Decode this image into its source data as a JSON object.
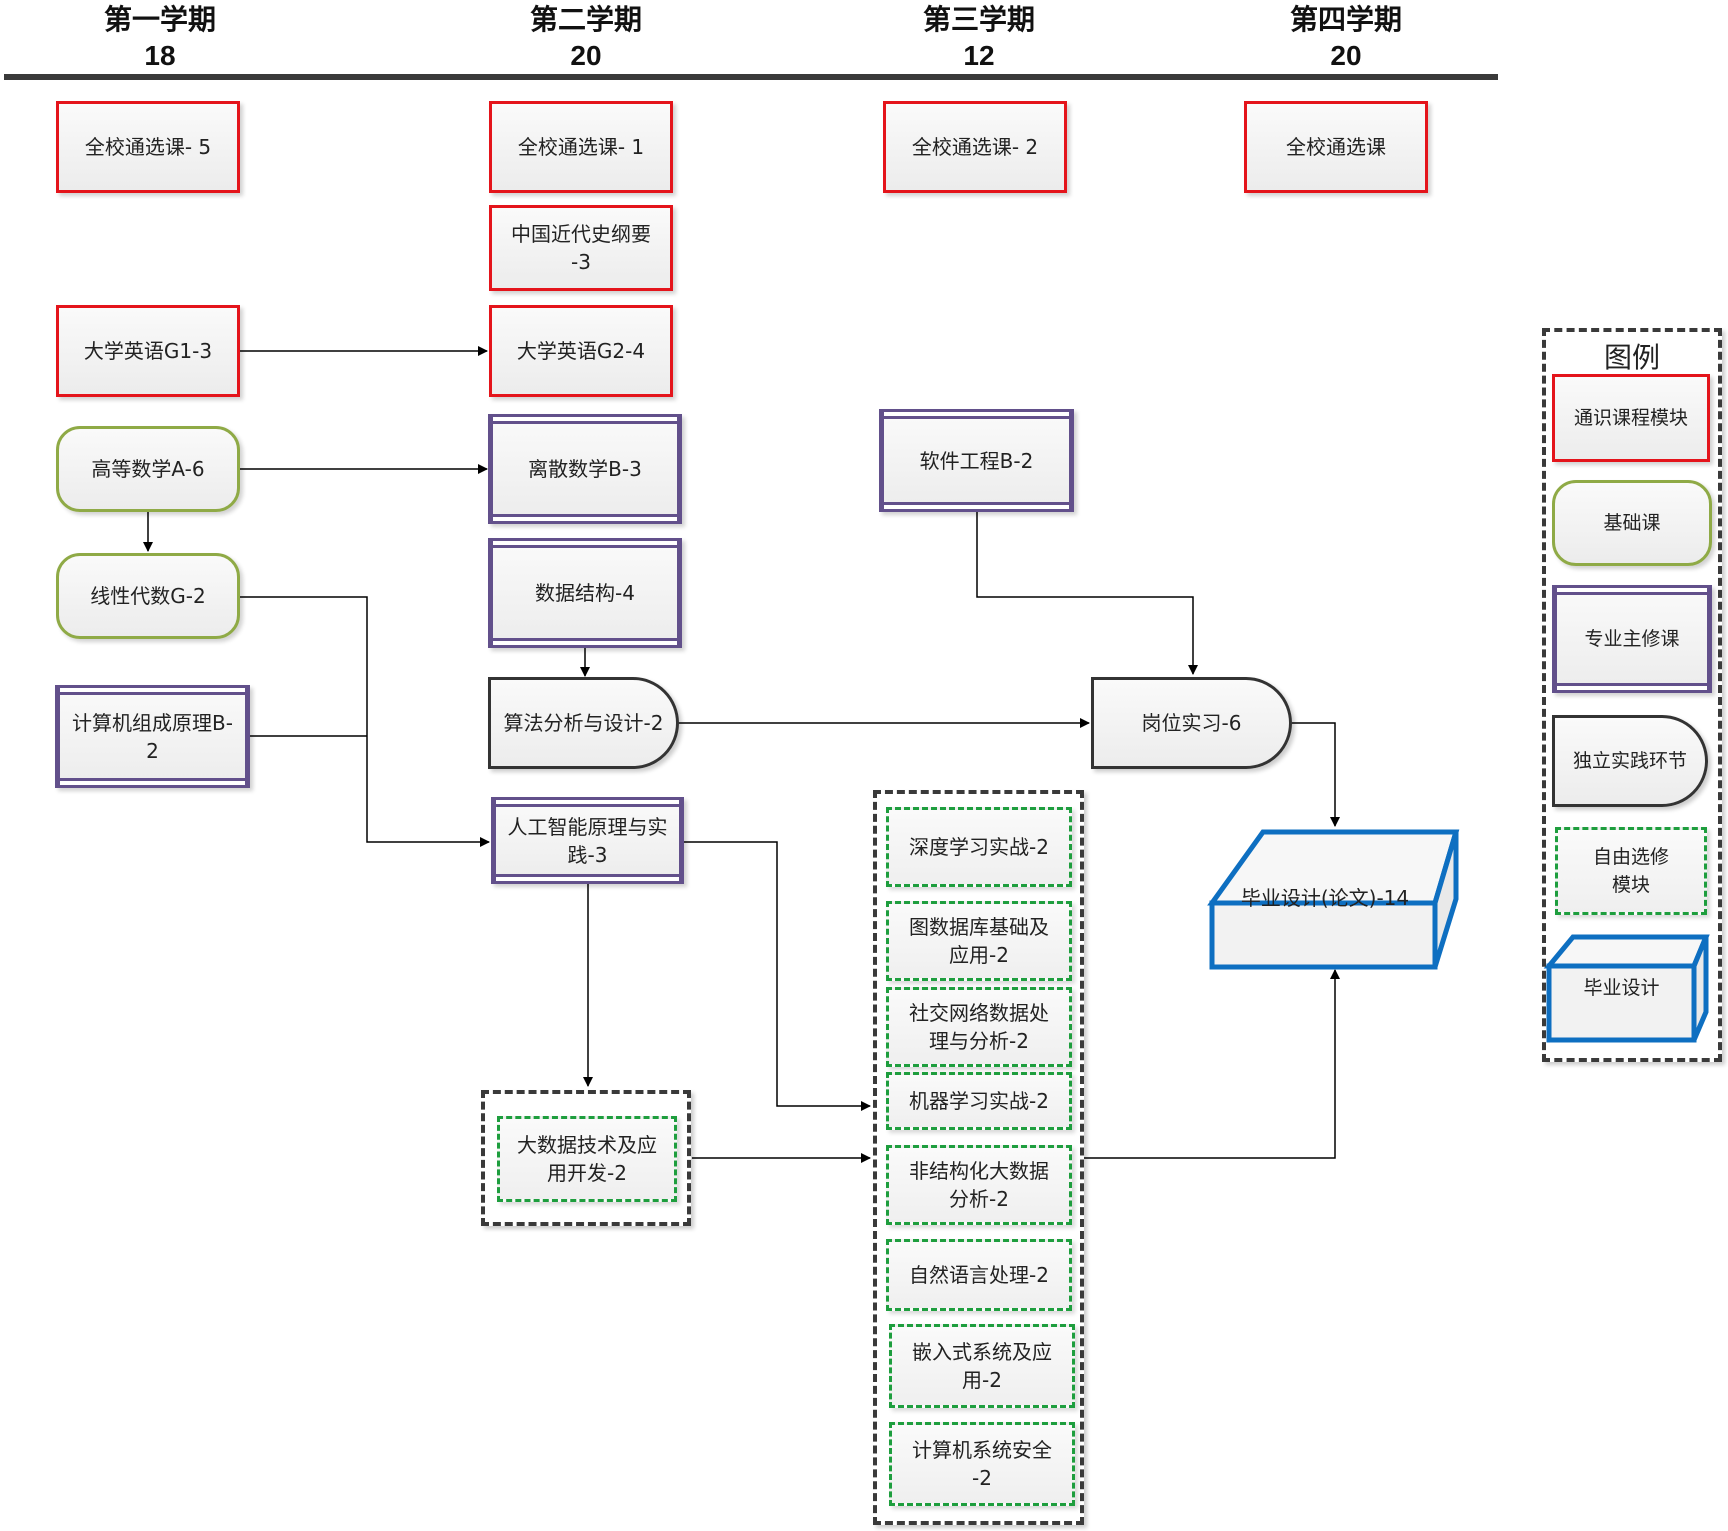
{
  "semesters": [
    {
      "name": "第一学期",
      "credits": "18"
    },
    {
      "name": "第二学期",
      "credits": "20"
    },
    {
      "name": "第三学期",
      "credits": "12"
    },
    {
      "name": "第四学期",
      "credits": "20"
    }
  ],
  "courses": {
    "ge_s1": "全校通选课- 5",
    "ge_s2": "全校通选课- 1",
    "history": "中国近代史纲要\n-3",
    "ge_s3": "全校通选课- 2",
    "ge_s4": "全校通选课",
    "english1": "大学英语G1-3",
    "english2": "大学英语G2-4",
    "math_a": "高等数学A-6",
    "discrete": "离散数学B-3",
    "software_eng": "软件工程B-2",
    "linear_alg": "线性代数G-2",
    "data_struct": "数据结构-4",
    "comp_org": "计算机组成原理B-\n2",
    "algorithm": "算法分析与设计-2",
    "internship": "岗位实习-6",
    "ai": "人工智能原理与实\n践-3",
    "thesis": "毕业设计(论文)-14",
    "bigdata": "大数据技术及应\n用开发-2"
  },
  "electives": [
    "深度学习实战-2",
    "图数据库基础及\n应用-2",
    "社交网络数据处\n理与分析-2",
    "机器学习实战-2",
    "非结构化大数据\n分析-2",
    "自然语言处理-2",
    "嵌入式系统及应\n用-2",
    "计算机系统安全\n-2"
  ],
  "legend": {
    "title": "图例",
    "general": "通识课程模块",
    "basic": "基础课",
    "major": "专业主修课",
    "practice": "独立实践环节",
    "elective": "自由选修\n模块",
    "thesis": "毕业设计"
  },
  "colors": {
    "general": "#e4141b",
    "basic": "#8faa46",
    "major": "#62508b",
    "practice": "#333333",
    "elective": "#1e9e3e",
    "thesis": "#0e6fc1"
  }
}
